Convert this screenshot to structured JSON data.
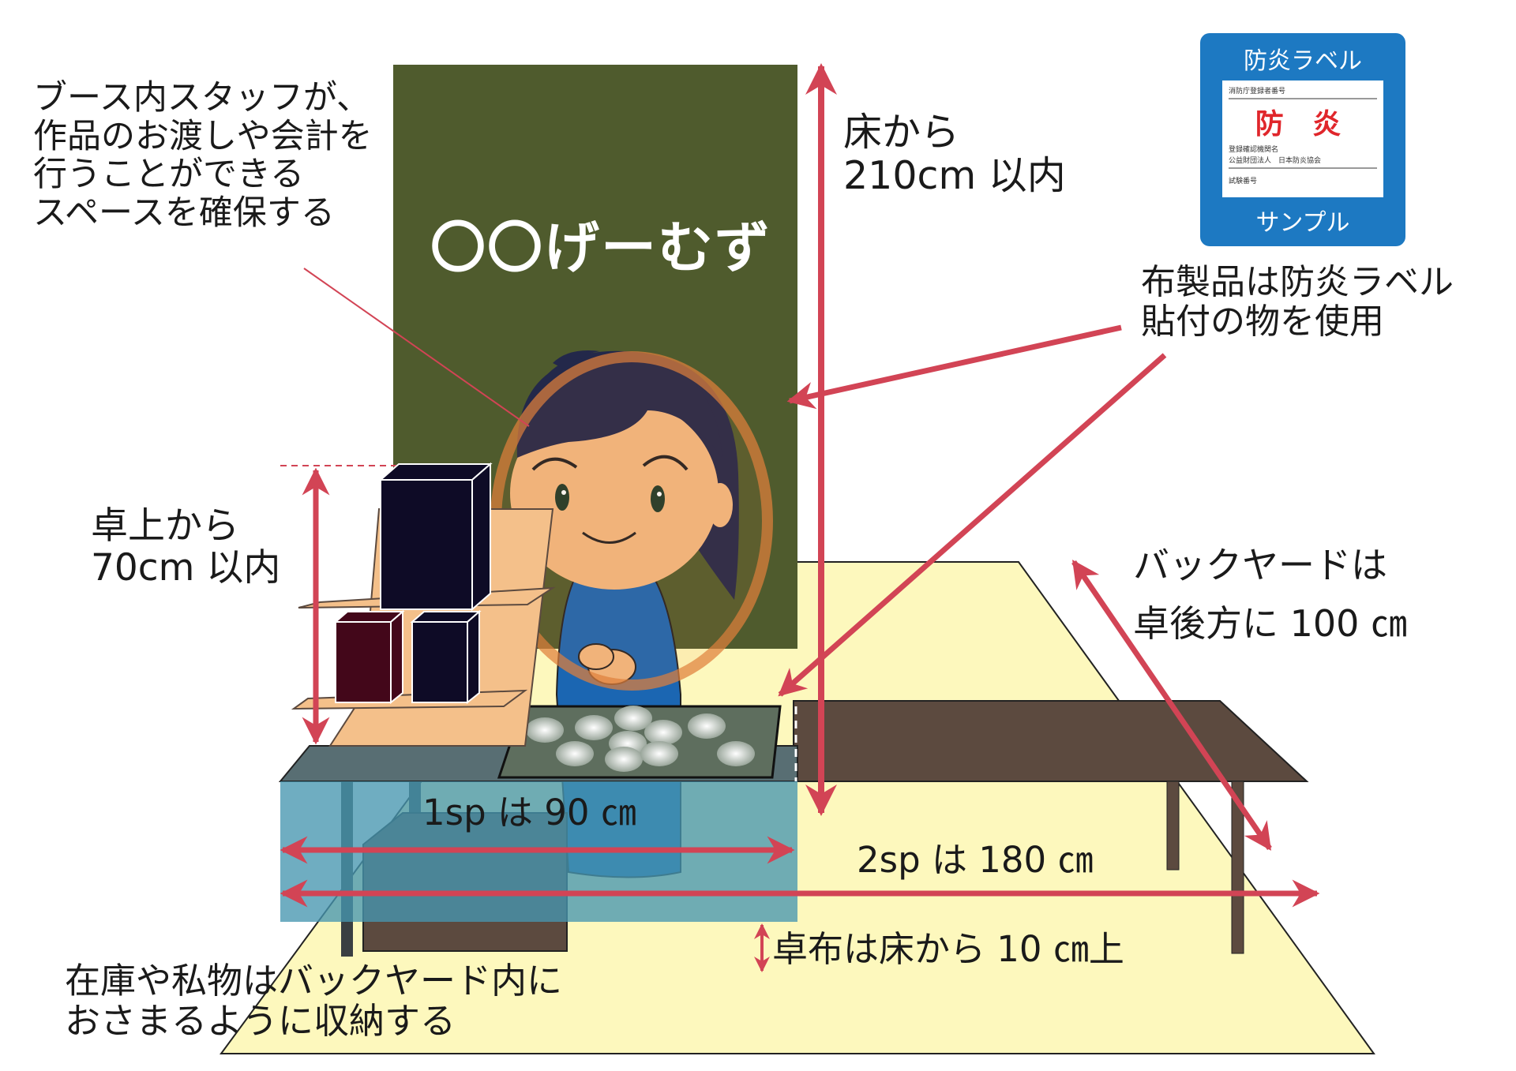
{
  "colors": {
    "accent": "#d24455",
    "floor": "#fdf8bd",
    "banner": "#4f5b2d",
    "table_cloth": "#5aa0b4",
    "back_table": "#5c4a3f",
    "fire_label_blue": "#1d79c2",
    "fire_label_red": "#e0262b"
  },
  "banner": {
    "title": "〇〇げーむず"
  },
  "fire_label": {
    "top_text": "防炎ラベル",
    "bottom_text": "サンプル",
    "reg_no_label": "消防庁登録者番号",
    "big_text": "防 炎",
    "org_line1": "登録確認機関名",
    "org_line2": "公益財団法人　日本防炎協会",
    "test_no_label": "試験番号"
  },
  "labels": {
    "staff_space": [
      "ブース内スタッフが、",
      "作品のお渡しや会計を",
      "行うことができる",
      "スペースを確保する"
    ],
    "height_floor": [
      "床から",
      "210cm 以内"
    ],
    "fabric": [
      "布製品は防炎ラベル",
      "貼付の物を使用"
    ],
    "height_table": [
      "卓上から",
      "70cm 以内"
    ],
    "backyard": [
      "バックヤードは",
      "卓後方に 100 ㎝"
    ],
    "one_sp": "1sp は 90 ㎝",
    "two_sp": "2sp は 180 ㎝",
    "tablecloth": "卓布は床から 10 ㎝上",
    "storage": [
      "在庫や私物はバックヤード内に",
      "おさまるように収納する"
    ]
  }
}
